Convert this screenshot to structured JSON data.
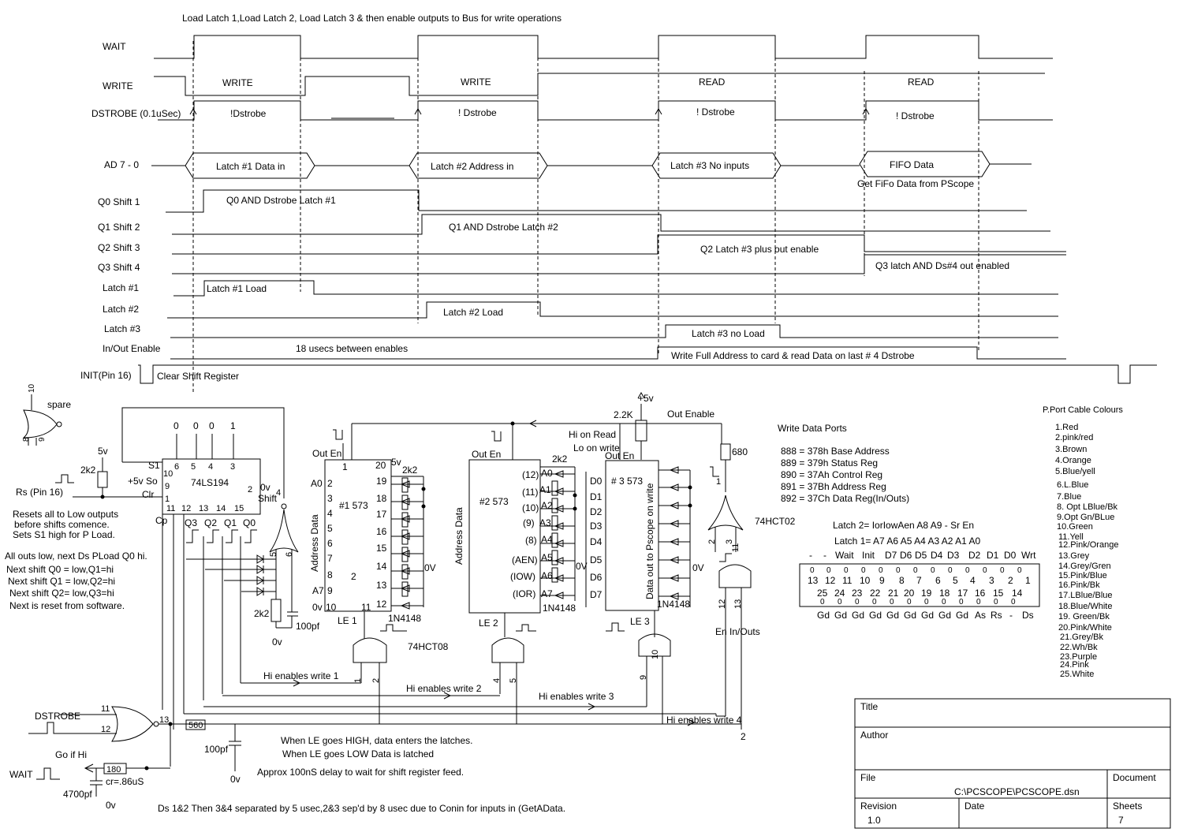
{
  "timing": {
    "header": "Load Latch 1,Load Latch 2, Load Latch 3 & then enable outputs to Bus for write operations",
    "signals": [
      "WAIT",
      "WRITE",
      "DSTROBE (0.1uSec)",
      "AD 7 - 0",
      "Q0 Shift 1",
      "Q1 Shift 2",
      "Q2 Shift 3",
      "Q3 Shift 4",
      "Latch #1",
      "Latch #2",
      "Latch #3",
      "In/Out Enable",
      "INIT(Pin 16)"
    ],
    "write_labels": [
      "WRITE",
      "WRITE"
    ],
    "read_labels": [
      "READ",
      "READ"
    ],
    "dstrobe_labels": [
      "!Dstrobe",
      "! Dstrobe",
      "! Dstrobe",
      "! Dstrobe"
    ],
    "bus_labels": [
      "Latch #1 Data in",
      "Latch #2 Address in",
      "Latch #3 No inputs",
      "FIFO Data"
    ],
    "fifo_note": "Get FiFo Data from PScope",
    "q0_note": "Q0 AND Dstrobe Latch #1",
    "q1_note": "Q1 AND Dstrobe Latch #2",
    "q2_note": "Q2 Latch #3 plus out enable",
    "q3_note": "Q3 latch  AND Ds#4 out enabled",
    "latch1_note": "Latch #1 Load",
    "latch2_note": "Latch #2 Load",
    "latch3_note": "Latch #3 no Load",
    "enable_note1": "18 usecs between enables",
    "enable_note2": "Write Full Address  to card & read Data on last # 4 Dstrobe",
    "init_note": "Clear Shift Register"
  },
  "schematic": {
    "spare": "spare",
    "spare_pins": [
      "10",
      "8",
      "9"
    ],
    "five_v": "5v",
    "r_2k2": "2k2",
    "rs_label": "Rs (Pin 16)",
    "rs_notes": [
      "Resets all to Low outputs",
      "before shifts comence.",
      "Sets S1 high for P Load."
    ],
    "shift_notes": [
      "All outs low, next Ds PLoad Q0 hi.",
      "Next shift Q0 = low,Q1=hi",
      "Next shift Q1 = low,Q2=hi",
      "Next shift Q2= low,Q3=hi",
      "Next is reset from software."
    ],
    "shift_reg": {
      "name": "74LS194",
      "top_values": [
        "0",
        "0",
        "0",
        "1"
      ],
      "top_pins": [
        "6",
        "5",
        "4",
        "3"
      ],
      "left_labels": [
        "S1",
        "+5v So",
        "Clr",
        "Cp"
      ],
      "left_pins": [
        "10",
        "9",
        "1"
      ],
      "bottom_pins": [
        "11",
        "12",
        "13",
        "14",
        "15"
      ],
      "bottom_labels": [
        "Q3",
        "Q2",
        "Q1",
        "Q0"
      ],
      "right_pin": "2",
      "right_label": "0v",
      "shift_label": "Shift"
    },
    "nor_pins": [
      "4",
      "5",
      "6"
    ],
    "r_2k2_b": "2k2",
    "c_100pf": "100pf",
    "zero_v": "0v",
    "latch1": {
      "out_en": "Out En",
      "name": "#1 573",
      "side": "Address Data",
      "pins_left": [
        "1",
        "2",
        "3",
        "4",
        "5",
        "6",
        "7",
        "8",
        "9",
        "10"
      ],
      "labels_left": [
        "A0",
        "A7",
        "0v"
      ],
      "pins_right": [
        "20",
        "19",
        "18",
        "17",
        "16",
        "15",
        "14",
        "13",
        "12"
      ],
      "pin20": "5v",
      "pin11": "11",
      "center_pin": "2",
      "le": "LE 1",
      "resistor": "2k2",
      "diodes": "1N4148",
      "ov": "0V"
    },
    "gate_and": "74HCT08",
    "gate_pins": [
      "1",
      "2",
      "4",
      "5",
      "9",
      "10"
    ],
    "latch2": {
      "out_en": "Out En",
      "name": "#2 573",
      "side": "Address Data",
      "bus_labels": [
        "(12)",
        "(11)",
        "(10)",
        "(9)",
        "(8)",
        "(AEN)",
        "(IOW)",
        "(IOR)"
      ],
      "pin_labels": [
        "A0",
        "A1",
        "A2",
        "A3",
        "A4",
        "A5",
        "A6",
        "A7"
      ],
      "le": "LE 2",
      "resistor": "2k2",
      "diodes": "1N4148",
      "ov": "0V"
    },
    "latch3": {
      "out_en": "Out En",
      "name": "# 3 573",
      "side": "Data out to Pscope on write",
      "pins": [
        "D0",
        "D1",
        "D2",
        "D3",
        "D4",
        "D5",
        "D6",
        "D7"
      ],
      "le": "LE 3",
      "diodes": "1N4148",
      "ov": "0V"
    },
    "hi_on_read": "Hi on Read",
    "lo_on_write": "Lo on write",
    "r_2_2k": "2.2K",
    "plus_5v": "+5v",
    "out_enable": "Out Enable",
    "r_680": "680",
    "nor_chip": "74HCT02",
    "nor2_pins": [
      "2",
      "1",
      "3",
      "11",
      "12",
      "13"
    ],
    "en_in_outs": "En In/Outs",
    "enables": [
      "Hi enables write 1",
      "Hi enables write 2",
      "Hi enables write 3",
      "Hi enables write 4"
    ],
    "num_2": "2",
    "dstrobe": "DSTROBE",
    "or_pins": [
      "11",
      "12",
      "13"
    ],
    "go_if_hi": "Go if Hi",
    "r_560": "560",
    "c_100pf_b": "100pf",
    "le_notes": [
      "When LE goes HIGH, data enters the latches.",
      "When LE goes LOW Data is latched",
      "Approx 100nS delay to wait for shift register feed."
    ],
    "wait_label": "WAIT",
    "r_180": "180",
    "cr": "cr=.86uS",
    "c_4700pf": "4700pf",
    "bottom_note": "Ds 1&2 Then 3&4   separated by 5 usec,2&3 sep'd by 8 usec due to Conin for inputs in (GetAData."
  },
  "ports": {
    "title": "Write Data Ports",
    "items": [
      "888 = 378h Base Address",
      "889 = 379h Status Reg",
      "890 = 37Ah Control Reg",
      "891 = 37Bh Address Reg",
      "892 = 37Ch Data Reg(In/Outs)"
    ]
  },
  "latch_map": {
    "latch2_row": "Latch 2= IorIowAen  A8  A9  -  Sr  En",
    "latch1_row": "Latch 1=   A7  A6  A5  A4  A3   A2   A1  A0",
    "header_row": [
      "-",
      "-",
      "Wait",
      "Init",
      "D7",
      "D6",
      "D5",
      "D4",
      "D3",
      "D2",
      "D1",
      "D0",
      "Wrt"
    ],
    "row0": [
      "0",
      "0",
      "0",
      "0",
      "0",
      "0",
      "0",
      "0",
      "0",
      "0",
      "0",
      "0",
      "0"
    ],
    "row1": [
      "13",
      "12",
      "11",
      "10",
      "9",
      "8",
      "7",
      "6",
      "5",
      "4",
      "3",
      "2",
      "1"
    ],
    "row2": [
      "25",
      "24",
      "23",
      "22",
      "21",
      "20",
      "19",
      "18",
      "17",
      "16",
      "15",
      "14"
    ],
    "row3": [
      "0",
      "0",
      "0",
      "0",
      "0",
      "0",
      "0",
      "0",
      "0",
      "0",
      "0",
      "0"
    ],
    "footer_row": [
      "Gd",
      "Gd",
      "Gd",
      "Gd",
      "Gd",
      "Gd",
      "Gd",
      "Gd",
      "Gd",
      "As",
      "Rs",
      "-",
      "Ds"
    ]
  },
  "cable": {
    "title": "P.Port Cable Colours",
    "colours": [
      "1.Red",
      "2.pink/red",
      "3.Brown",
      "4.Orange",
      "5.Blue/yell",
      "6.L.Blue",
      "7.Blue",
      "8. Opt LBlue/Bk",
      "9.Opt Gn/BLue",
      "10.Green",
      "11.Yell",
      "12.Pink/Orange",
      "13.Grey",
      "14.Grey/Gren",
      "15.Pink/Blue",
      "16.Pink/Bk",
      "17.LBlue/Blue",
      "18.Blue/White",
      "19. Green/Bk",
      "20.Pink/White",
      "21.Grey/Bk",
      "22.Wh/Bk",
      "23.Purple",
      "24.Pink",
      "25.White"
    ]
  },
  "title_block": {
    "title_label": "Title",
    "author_label": "Author",
    "file_label": "File",
    "file_value": "C:\\PCSCOPE\\PCSCOPE.dsn",
    "document_label": "Document",
    "revision_label": "Revision",
    "revision_value": "1.0",
    "date_label": "Date",
    "sheets_label": "Sheets",
    "sheets_value": "7"
  }
}
